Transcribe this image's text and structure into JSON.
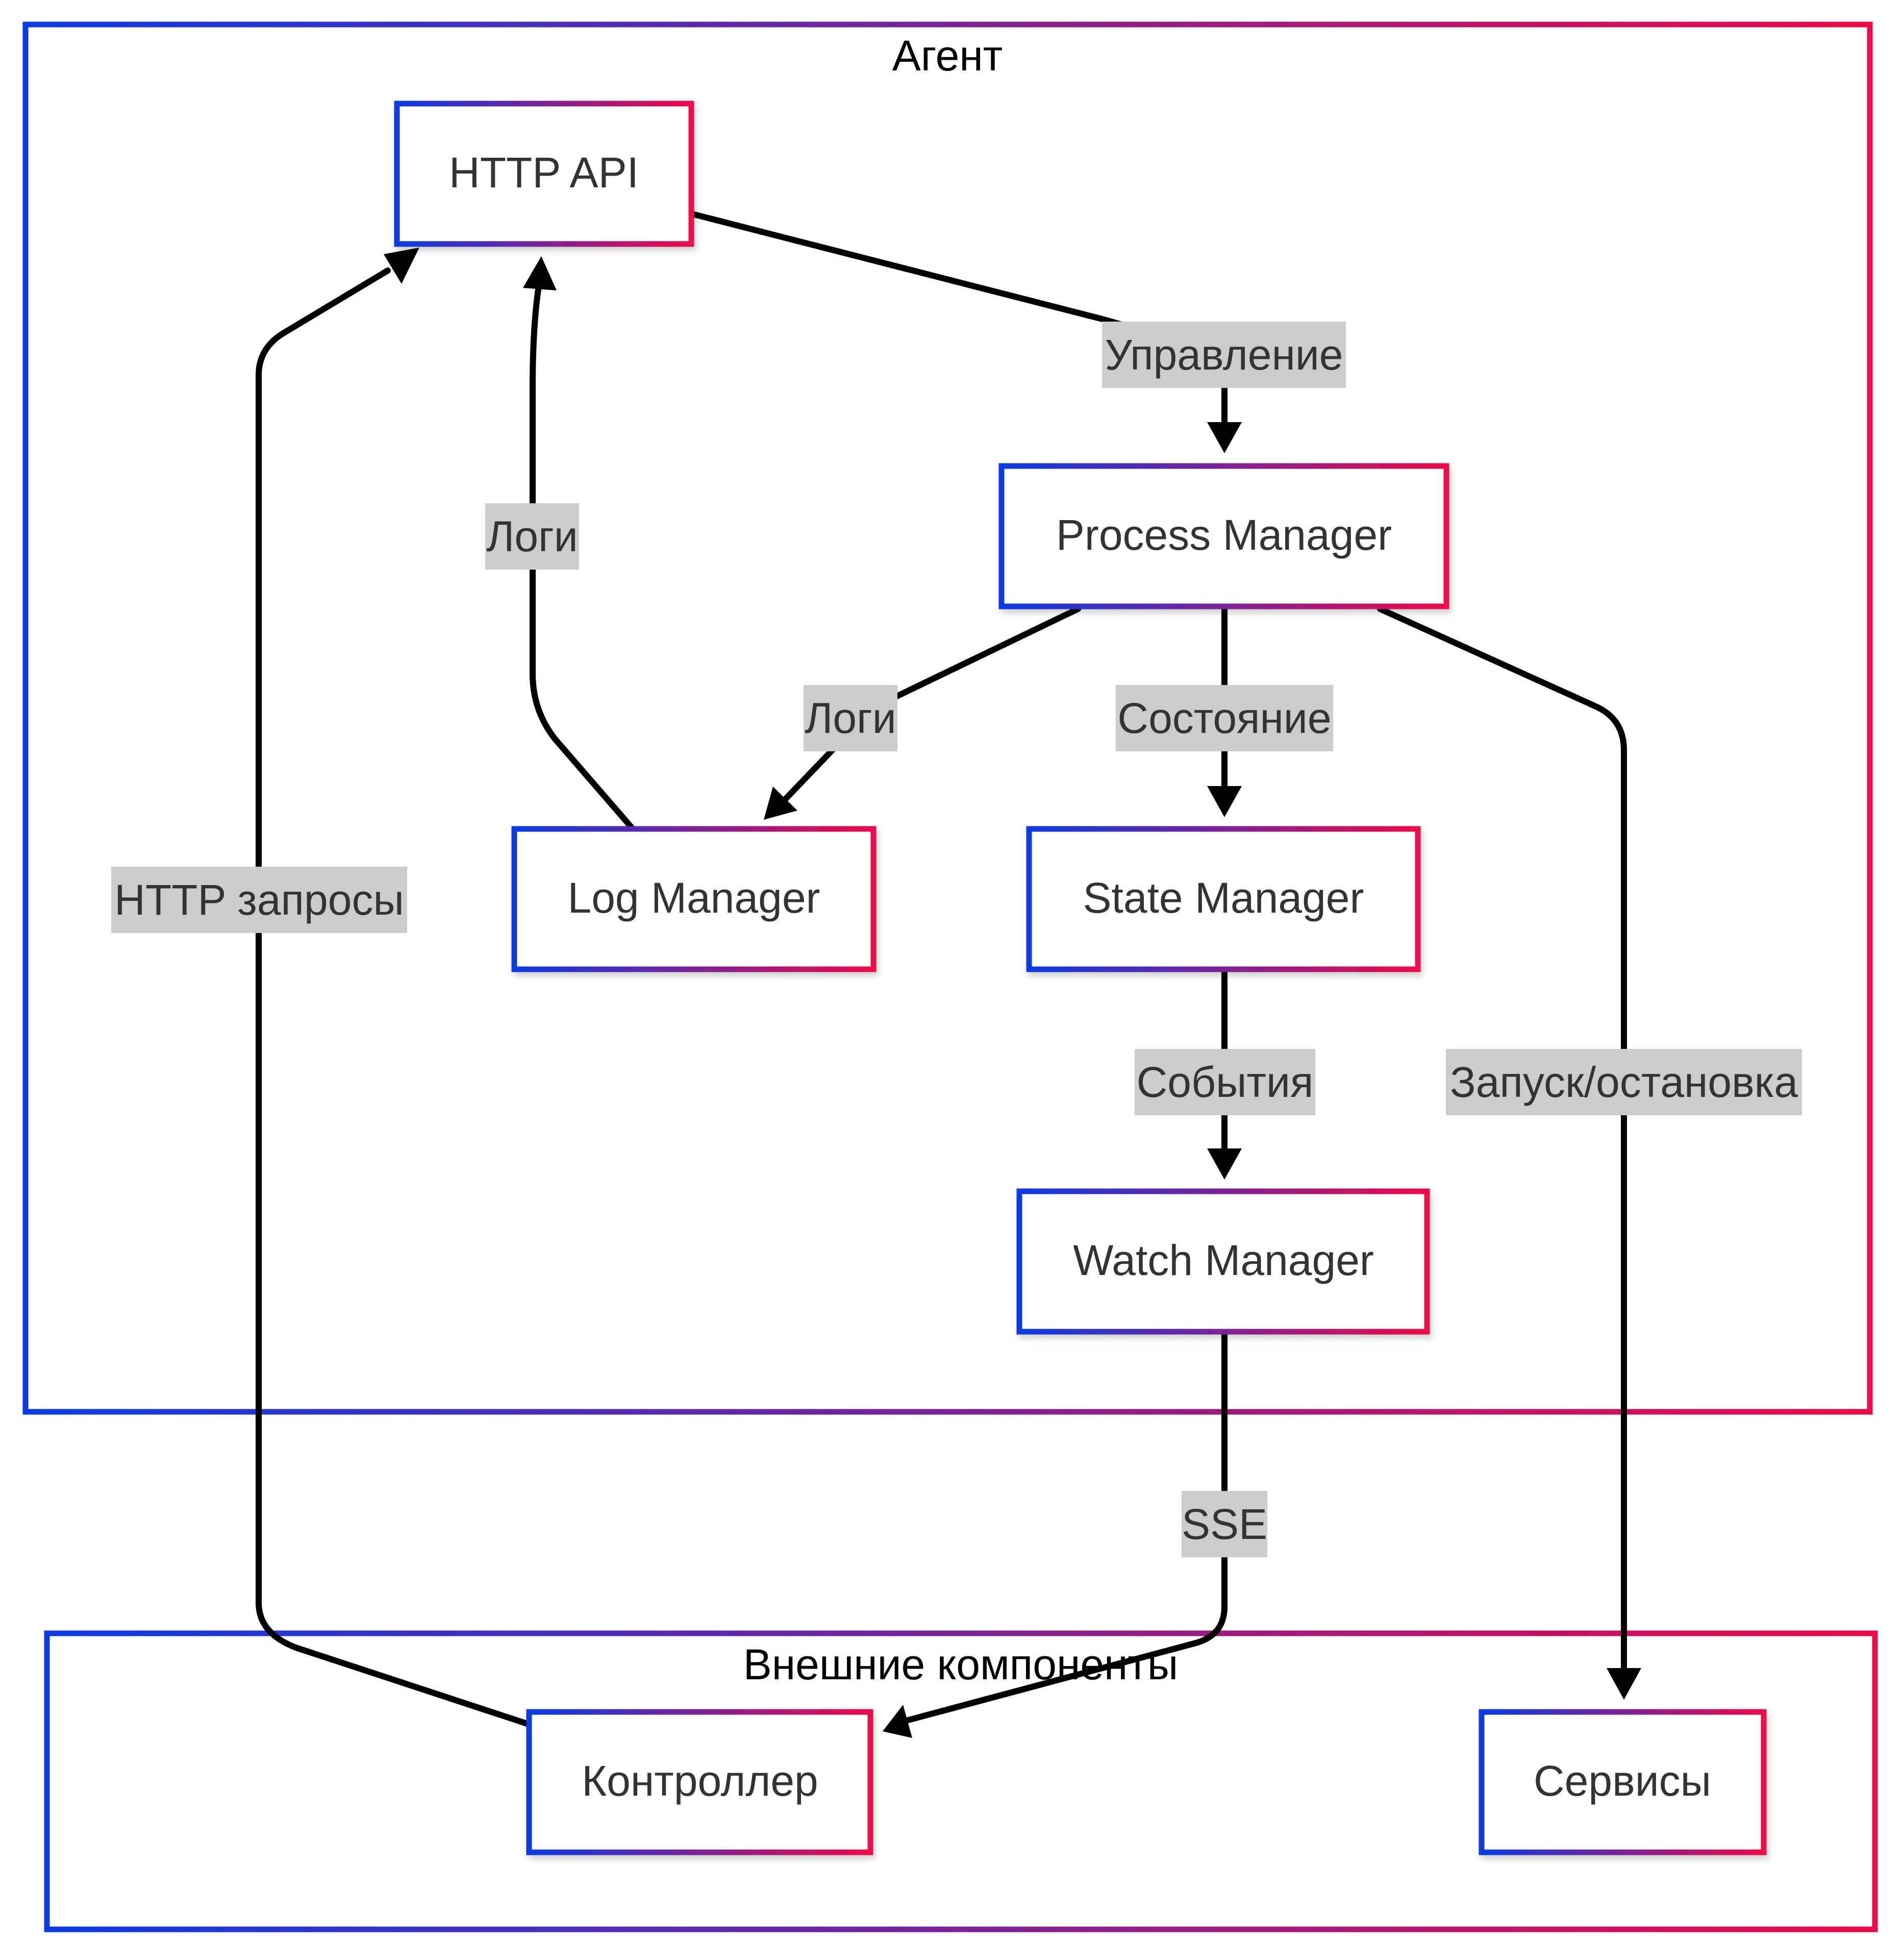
{
  "colors": {
    "border_gradient_start": "#0b3be3",
    "border_gradient_end": "#ec0a48",
    "edge": "#000000",
    "edge_label_background": "#cccccc",
    "node_text": "#333333"
  },
  "clusters": {
    "agent": {
      "title": "Агент"
    },
    "external": {
      "title": "Внешние компоненты"
    }
  },
  "nodes": {
    "http_api": {
      "label": "HTTP API"
    },
    "process_manager": {
      "label": "Process Manager"
    },
    "log_manager": {
      "label": "Log Manager"
    },
    "state_manager": {
      "label": "State Manager"
    },
    "watch_manager": {
      "label": "Watch Manager"
    },
    "controller": {
      "label": "Контроллер"
    },
    "services": {
      "label": "Сервисы"
    }
  },
  "edges": {
    "http_api_to_process_manager": {
      "label": "Управление"
    },
    "log_manager_to_http_api": {
      "label": "Логи"
    },
    "process_manager_to_log_manager": {
      "label": "Логи"
    },
    "process_manager_to_state_manager": {
      "label": "Состояние"
    },
    "process_manager_to_services": {
      "label": "Запуск/остановка"
    },
    "state_manager_to_watch_manager": {
      "label": "События"
    },
    "watch_manager_to_controller": {
      "label": "SSE"
    },
    "controller_to_http_api": {
      "label": "HTTP запросы"
    }
  }
}
